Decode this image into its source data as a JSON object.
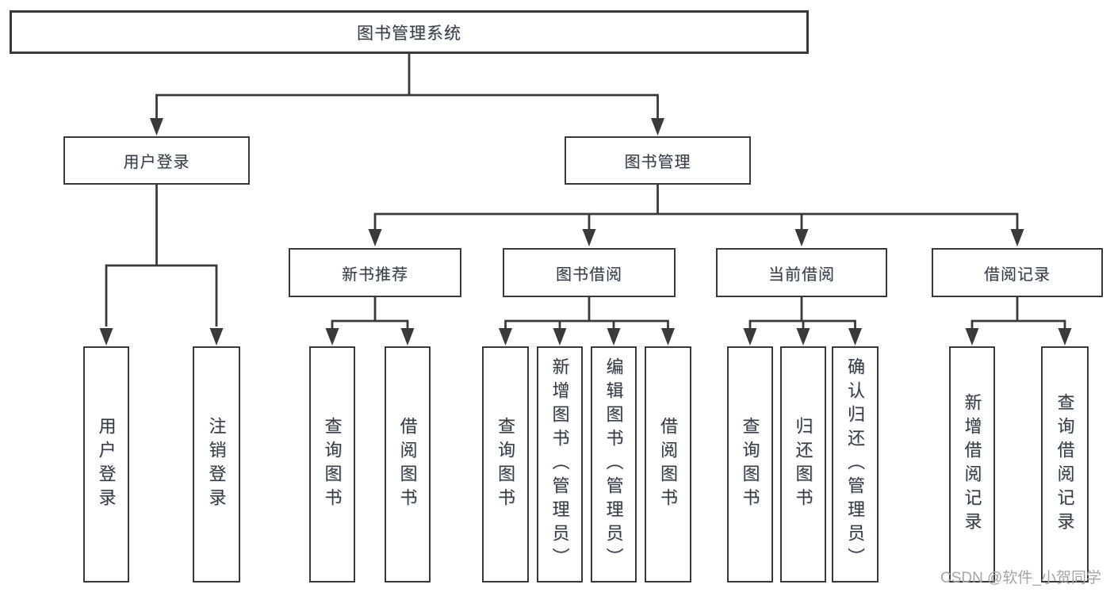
{
  "root": {
    "label": "图书管理系统"
  },
  "level2": {
    "user_login": "用户登录",
    "book_mgmt": "图书管理"
  },
  "level3": {
    "new_books": "新书推荐",
    "book_borrow": "图书借阅",
    "current_borrow": "当前借阅",
    "borrow_records": "借阅记录"
  },
  "leaves": {
    "user_login": [
      "用户登录",
      "注销登录"
    ],
    "new_books": [
      "查询图书",
      "借阅图书"
    ],
    "book_borrow": [
      "查询图书",
      "新增图书（管理员）",
      "编辑图书（管理员）",
      "借阅图书"
    ],
    "current_borrow": [
      "查询图书",
      "归还图书",
      "确认归还（管理员）"
    ],
    "borrow_records": [
      "新增借阅记录",
      "查询借阅记录"
    ]
  },
  "watermark": "CSDN @软件_小贺同学",
  "colors": {
    "line": "#3a3a3a",
    "text": "#3c3c3c",
    "watermark": "#a6a6a6",
    "background": "#ffffff"
  }
}
